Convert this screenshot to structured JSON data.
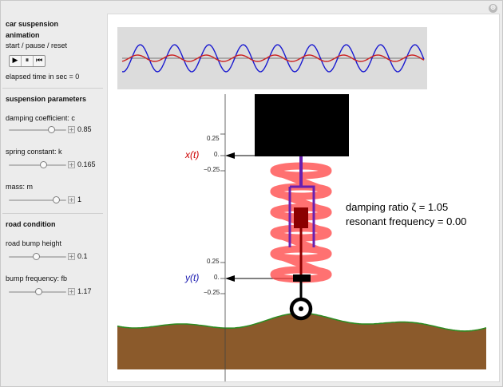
{
  "window": {
    "close_icon": "⊕"
  },
  "animation": {
    "title_line1": "car suspension",
    "title_line2": "animation",
    "controls_hint": "start / pause / reset",
    "play_icon": "▶",
    "pause_icon": "⏸",
    "reset_icon": "⏮",
    "elapsed_text": "elapsed time in sec = 0"
  },
  "suspension": {
    "title": "suspension parameters",
    "damping": {
      "label": "damping coefficient: c",
      "value": "0.85",
      "fraction": 0.78
    },
    "spring": {
      "label": "spring constant: k",
      "value": "0.165",
      "fraction": 0.62
    },
    "mass": {
      "label": "mass: m",
      "value": "1",
      "fraction": 0.88
    }
  },
  "road": {
    "title": "road condition",
    "bump_height": {
      "label": "road bump height",
      "value": "0.1",
      "fraction": 0.48
    },
    "bump_frequency": {
      "label": "bump frequency: fb",
      "value": "1.17",
      "fraction": 0.52
    }
  },
  "plot": {
    "damping_ratio_text": "damping ratio ζ = 1.05",
    "resonant_text": "resonant frequency = 0.00",
    "x_label": "x(t)",
    "y_label": "y(t)",
    "x_ticks": [
      "0.25",
      "0.",
      "−0.25"
    ],
    "y_ticks": [
      "0.25",
      "0.",
      "−0.25"
    ],
    "colors": {
      "body_wave": "#1a1ad0",
      "wheel_wave": "#cc2222",
      "spring": "#ff3b3b",
      "damper": "#6a1fb0",
      "damper_body": "#8b0000",
      "road": "#8b5a2b",
      "grass": "#2e8b22",
      "x_label": "#cc0000",
      "y_label": "#1a1ab0"
    }
  }
}
